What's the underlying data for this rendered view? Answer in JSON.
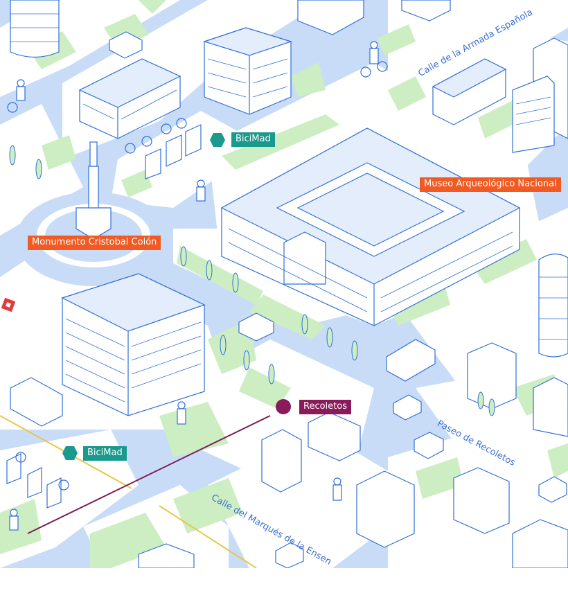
{
  "colors": {
    "road": "#c8dcf7",
    "block": "#ffffff",
    "green": "#cdeec2",
    "building_stroke": "#2f6fd6",
    "building_fill": "#ffffff",
    "roof": "#e3edfb",
    "shadow": "#b9d1f5",
    "tram_purple": "#7a1f55",
    "tram_yellow": "#e7c64a",
    "label_orange": "#f15a22",
    "label_teal": "#1a9a8c",
    "label_purple": "#8a1b5a"
  },
  "labels": {
    "museo": "Museo Arqueológico Nacional",
    "monumento": "Monumento Cristobal Colón",
    "bicimad_top": "BiciMad",
    "bicimad_bottom": "BiciMad",
    "recoletos": "Recoletos"
  },
  "streets": {
    "armada": "Calle de la Armada Española",
    "paseo": "Paseo de Recoletos",
    "marques": "Calle del Marqués de la Ensen"
  },
  "icons": {
    "bicimad_marker": "hexagon-icon",
    "metro_marker": "circle-icon",
    "bus": "bus-icon",
    "car": "car-icon",
    "bicycle": "bicycle-icon",
    "tree": "tree-icon"
  }
}
